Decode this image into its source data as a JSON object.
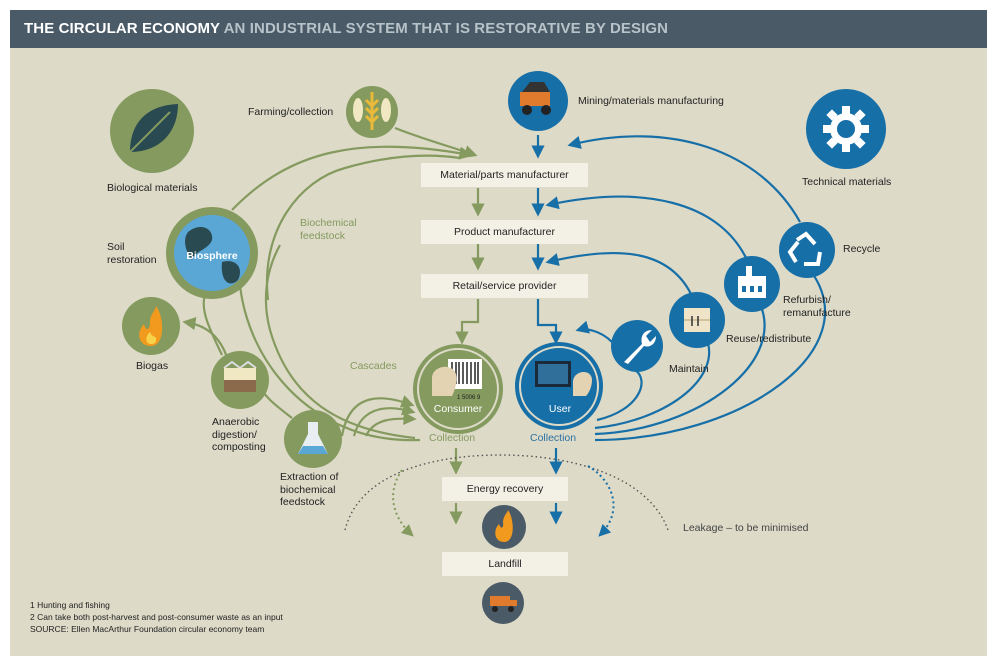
{
  "title": {
    "part1": "THE CIRCULAR ECONOMY",
    "part2": "AN INDUSTRIAL SYSTEM THAT IS RESTORATIVE BY DESIGN"
  },
  "nodes": {
    "biological_materials": "Biological materials",
    "technical_materials": "Technical materials",
    "farming_collection": "Farming/collection",
    "mining": "Mining/materials manufacturing",
    "soil_restoration": "Soil\nrestoration",
    "biosphere": "Biosphere",
    "biogas": "Biogas",
    "anaerobic": "Anaerobic\ndigestion/\ncomposting",
    "extraction": "Extraction of\nbiochemical\nfeedstock",
    "biochemical_feedstock": "Biochemical\nfeedstock",
    "cascades": "Cascades",
    "consumer": "Consumer",
    "user": "User",
    "collection_green": "Collection",
    "collection_blue": "Collection",
    "recycle": "Recycle",
    "refurbish": "Refurbish/\nremanufacture",
    "reuse": "Reuse/redistribute",
    "maintain": "Maintain",
    "leakage": "Leakage – to be minimised",
    "barcode_number": "1 5006 9"
  },
  "boxes": {
    "parts": "Material/parts manufacturer",
    "product": "Product manufacturer",
    "retail": "Retail/service provider",
    "energy": "Energy recovery",
    "landfill": "Landfill"
  },
  "footnotes": {
    "f1": "1 Hunting and fishing",
    "f2": "2 Can take both post-harvest and post-consumer waste as an input",
    "source": "SOURCE: Ellen MacArthur Foundation circular economy team"
  },
  "colors": {
    "green": "#849a5e",
    "blue": "#176fa8",
    "header": "#4a5a66",
    "background": "#dddac8",
    "box": "#f3f1e6"
  }
}
